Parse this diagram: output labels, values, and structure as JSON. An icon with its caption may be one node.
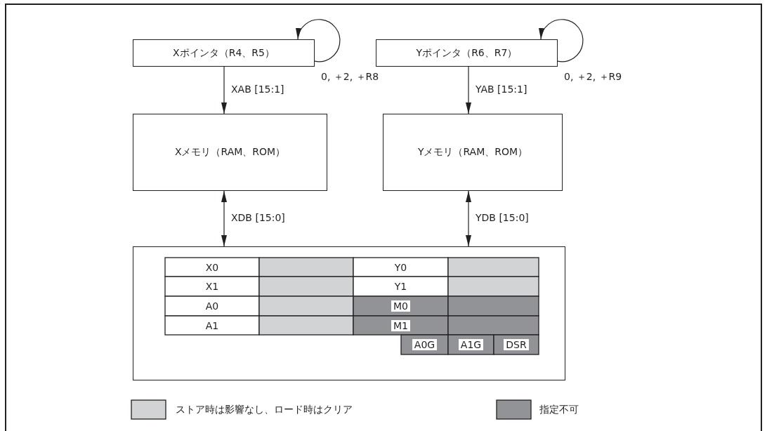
{
  "diagram": {
    "nodes": [
      {
        "text": [
          "Xポインタ（R4、R5）"
        ]
      },
      {
        "text": [
          "Yポインタ（R6、R7）"
        ]
      },
      {
        "text": [
          "Xメモリ（RAM、ROM）"
        ]
      },
      {
        "text": [
          "Yメモリ（RAM、ROM）"
        ]
      },
      {
        "text": [],
        "shape": "box"
      }
    ],
    "edges": [
      {
        "from": 0,
        "to": 0,
        "arrow": "to",
        "label": "0, ＋2, ＋R8"
      },
      {
        "from": 1,
        "to": 1,
        "arrow": "to",
        "label": "0, ＋2, ＋R9"
      },
      {
        "from": 0,
        "to": 2,
        "arrow": "to",
        "label": "XAB [15:1]"
      },
      {
        "from": 1,
        "to": 3,
        "arrow": "to",
        "label": "YAB [15:1]"
      },
      {
        "from": 2,
        "to": 4,
        "arrow": "both",
        "label": "XDB [15:0]"
      },
      {
        "from": 3,
        "to": 4,
        "arrow": "both",
        "label": "YDB [15:0]"
      }
    ],
    "labels": [
      "X0",
      "Y0",
      "X1",
      "Y1",
      "A0",
      "M0",
      "A1",
      "M1",
      "A0G",
      "A1G",
      "DSR"
    ],
    "legend": [
      {
        "text": "ストア時は影響なし、ロード時はクリア",
        "color": "#d2d3d5"
      },
      {
        "text": "指定不可",
        "color": "#929396"
      }
    ]
  }
}
